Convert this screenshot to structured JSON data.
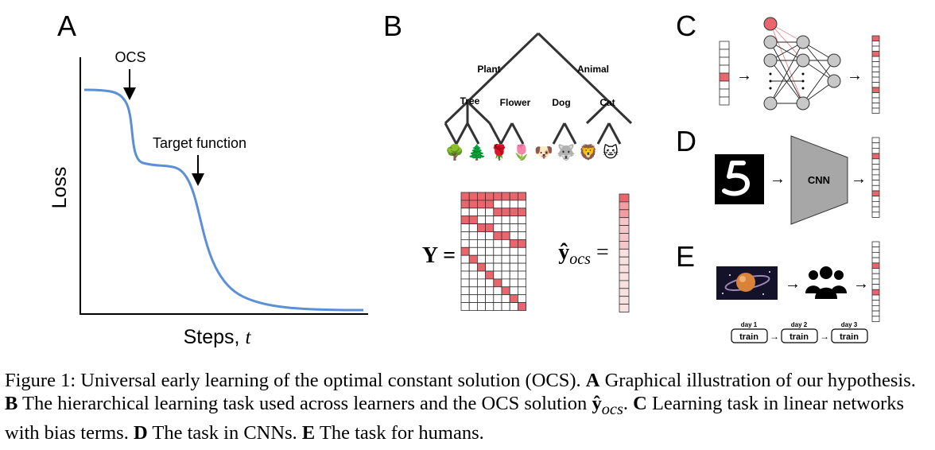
{
  "panels": {
    "a": {
      "letter": "A",
      "ylabel": "Loss",
      "xlabel": "Steps, ",
      "xlabel_var": "t",
      "annot_ocs": "OCS",
      "annot_target": "Target function"
    },
    "b": {
      "letter": "B",
      "tree": {
        "left": "Plant",
        "right": "Animal",
        "leaves": [
          "Tree",
          "Flower",
          "Dog",
          "Cat"
        ],
        "emojis": [
          "🌳",
          "🌲",
          "🌹",
          "🌷",
          "🐶",
          "🐺",
          "🦁",
          "🐱"
        ]
      },
      "matrix_label": "Y =",
      "ocs_label_y": "ŷ",
      "ocs_label_sub": "ocs",
      "ocs_label_eq": " ="
    },
    "c": {
      "letter": "C"
    },
    "d": {
      "letter": "D",
      "box_label": "CNN"
    },
    "e": {
      "letter": "E",
      "days": [
        "day 1",
        "day 2",
        "day 3"
      ],
      "train_label": "train"
    }
  },
  "arrows": {
    "glyph": "→"
  },
  "caption": {
    "prefix": "Figure 1: Universal early learning of the optimal constant solution (OCS). ",
    "a_letter": "A",
    "a_text": " Graphical illustration of our hypothesis. ",
    "b_letter": "B",
    "b_text": " The hierarchical learning task used across learners and the OCS solution ",
    "b_sym": "ŷ",
    "b_sub": "ocs",
    "b_end": ". ",
    "c_letter": "C",
    "c_text": " Learning task in linear networks with bias terms. ",
    "d_letter": "D",
    "d_text": " The task in CNNs. ",
    "e_letter": "E",
    "e_text": " The task for humans."
  },
  "colors": {
    "curve": "#5b8fd6",
    "active": "#e8666c",
    "light": "#f6c6c8",
    "gray_node": "#c8c8c8",
    "cnn_box": "#a7a7a7"
  }
}
